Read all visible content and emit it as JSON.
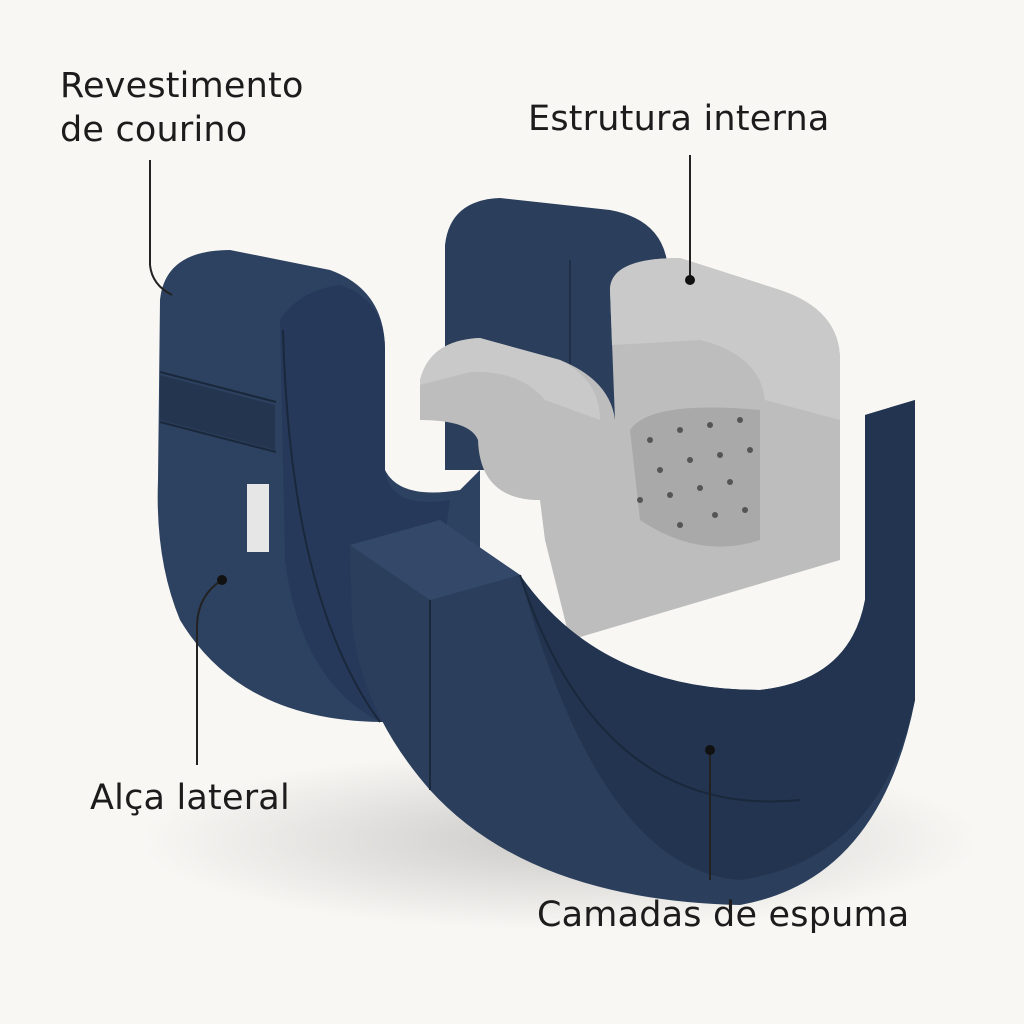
{
  "labels": {
    "cover": [
      "Revestimento",
      "de courino"
    ],
    "internal": "Estrutura interna",
    "handle": "Alça lateral",
    "foam": "Camadas de espuma"
  },
  "colors": {
    "navy": "#2b3f5c",
    "navy_dark": "#1f2f47",
    "foam": "#b8b8b8",
    "foam_light": "#cfcfcf",
    "background": "#f8f7f4"
  }
}
